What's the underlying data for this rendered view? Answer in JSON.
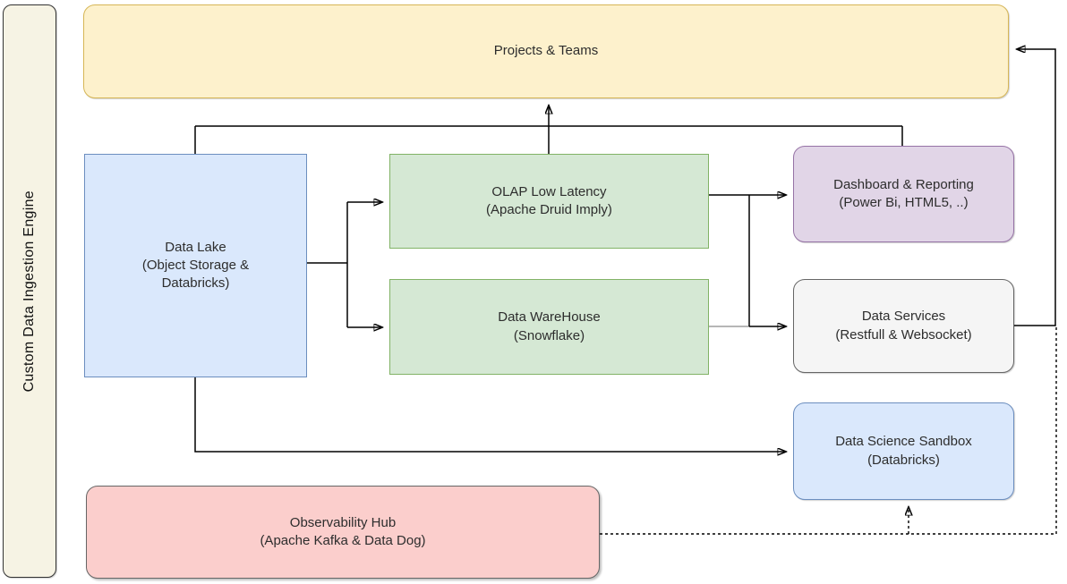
{
  "diagram": {
    "title": "Data platform architecture diagram",
    "nodes": {
      "ingestion_bar": {
        "lines": [
          "Custom Data Ingestion Engine"
        ]
      },
      "projects_teams": {
        "lines": [
          "Projects & Teams"
        ]
      },
      "data_lake": {
        "lines": [
          "Data Lake",
          "(Object Storage &",
          "Databricks)"
        ]
      },
      "olap": {
        "lines": [
          "OLAP Low Latency",
          "(Apache Druid Imply)"
        ]
      },
      "warehouse": {
        "lines": [
          "Data WareHouse",
          "(Snowflake)"
        ]
      },
      "dashboard": {
        "lines": [
          "Dashboard & Reporting",
          "(Power Bi, HTML5, ..)"
        ]
      },
      "services": {
        "lines": [
          "Data Services",
          "(Restfull & Websocket)"
        ]
      },
      "sandbox": {
        "lines": [
          "Data Science Sandbox",
          "(Databricks)"
        ]
      },
      "observability": {
        "lines": [
          "Observability Hub",
          "(Apache Kafka & Data Dog)"
        ]
      }
    },
    "edges": [
      "data_lake -> olap",
      "data_lake -> warehouse",
      "data_lake -> projects_teams (shared top rail with dashboard)",
      "olap -> projects_teams",
      "olap -> dashboard",
      "warehouse -> dashboard/services (junction)",
      "services -> projects_teams",
      "data_lake -> sandbox",
      "observability -> sandbox (dashed)",
      "observability -> services-output rail (dashed)"
    ]
  },
  "colors": {
    "yellow_fill": "#fdf1cc",
    "yellow_stroke": "#d6b656",
    "blue_fill": "#dae8fc",
    "blue_stroke": "#6c8ebf",
    "green_fill": "#d5e8d4",
    "green_stroke": "#82b366",
    "purple_fill": "#e1d5e7",
    "purple_stroke": "#9673a6",
    "gray_fill": "#f5f5f5",
    "gray_stroke": "#666666",
    "red_fill": "#fbcecc",
    "red_stroke": "#666666",
    "cream_fill": "#f6f3e4",
    "cream_stroke": "#333333",
    "text": "#2d2d2d"
  }
}
